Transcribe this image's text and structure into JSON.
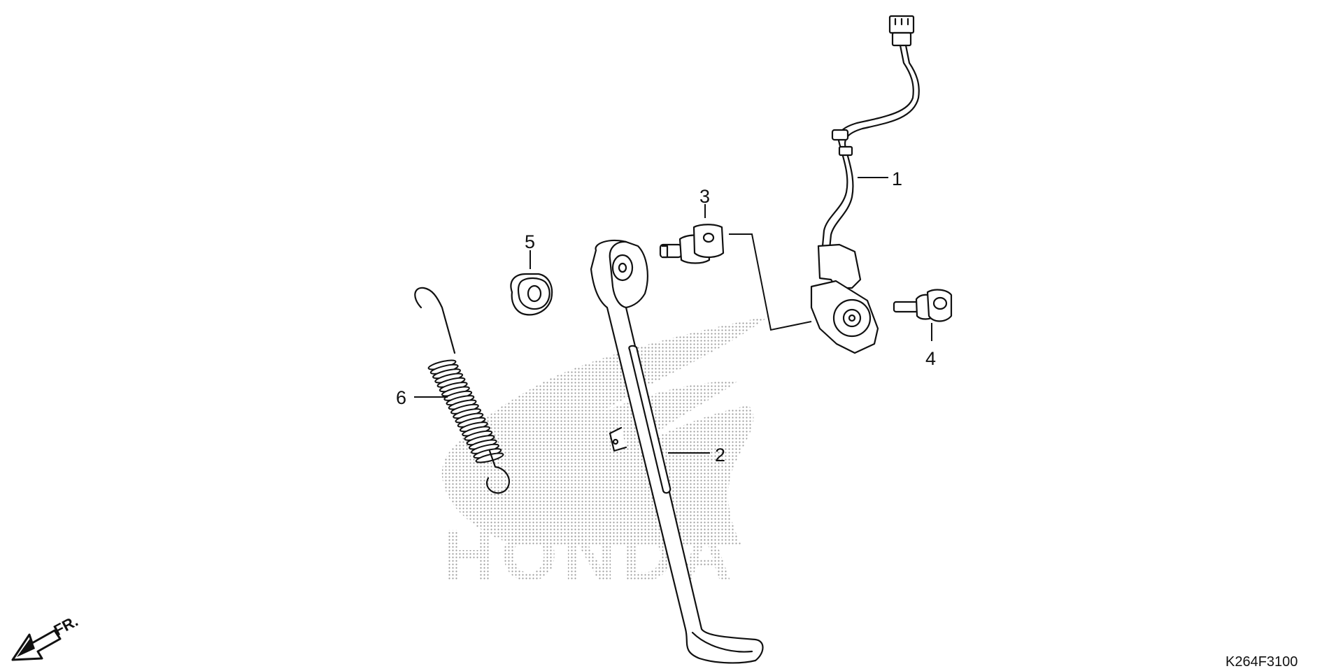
{
  "watermark": {
    "brand": "HONDA"
  },
  "parts": [
    {
      "number": "1",
      "icon": "side-stand-switch-icon"
    },
    {
      "number": "2",
      "icon": "side-stand-icon"
    },
    {
      "number": "3",
      "icon": "pivot-bolt-icon"
    },
    {
      "number": "4",
      "icon": "flange-bolt-icon"
    },
    {
      "number": "5",
      "icon": "nut-icon"
    },
    {
      "number": "6",
      "icon": "spring-icon"
    }
  ],
  "direction_indicator": {
    "label": "FR.",
    "icon": "front-arrow-icon"
  },
  "diagram_code": "K264F3100",
  "colors": {
    "line": "#111111",
    "watermark_dots": "#9a9a9a"
  }
}
